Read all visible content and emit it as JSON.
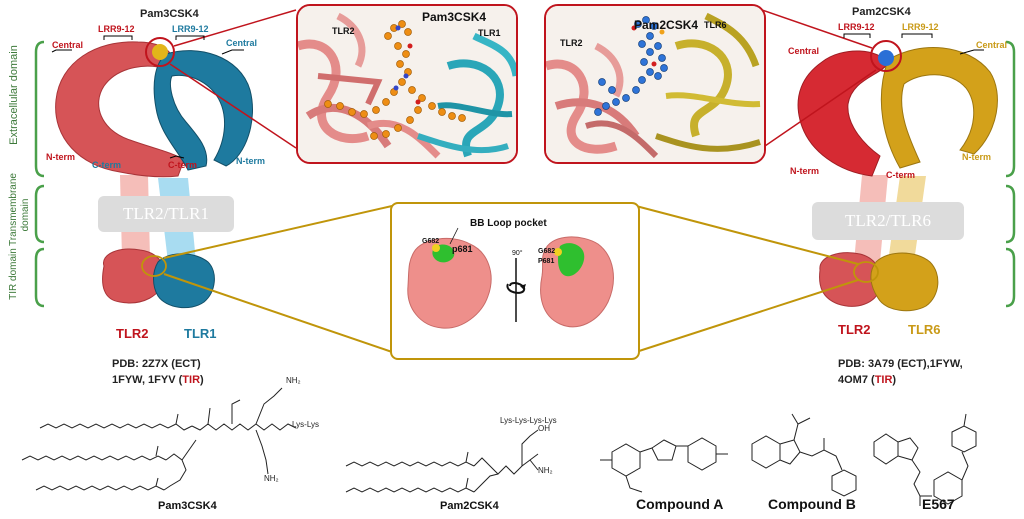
{
  "domains": {
    "extracellular": "Extracellular domain",
    "transmembrane": "Transmembrane domain",
    "tir": "TIR domain"
  },
  "left_complex": {
    "lrr_tlr2": "LRR9-12",
    "lrr_tlr1": "LRR9-12",
    "ligand": "Pam3CSK4",
    "central_tlr2": "Central",
    "central_tlr1": "Central",
    "nterm_tlr2": "N-term",
    "cterm_tlr1": "C-term",
    "cterm_tlr2": "C-term",
    "nterm_tlr1": "N-term",
    "tm_label": "TLR2/TLR1",
    "tlr2": "TLR2",
    "tlr1": "TLR1",
    "pdb_line1": "PDB: 2Z7X (ECT)",
    "pdb_line2a": "1FYW, 1FYV (",
    "pdb_line2b": "TIR",
    "pdb_line2c": ")"
  },
  "right_complex": {
    "lrr_tlr2": "LRR9-12",
    "lrr_tlr6": "LRR9-12",
    "ligand": "Pam2CSK4",
    "central_tlr2": "Central",
    "central_tlr6": "Central",
    "nterm_tlr2": "N-term",
    "cterm_tlr2": "C-term",
    "nterm_tlr6": "N-term",
    "tm_label": "TLR2/TLR6",
    "tlr2": "TLR2",
    "tlr6": "TLR6",
    "pdb_line1": "PDB: 3A79 (ECT),1FYW,",
    "pdb_line2a": "4OM7 (",
    "pdb_line2b": "TIR",
    "pdb_line2c": ")"
  },
  "zoom_left": {
    "ligand": "Pam3CSK4",
    "protein_a": "TLR2",
    "protein_b": "TLR1"
  },
  "zoom_right": {
    "ligand": "Pam2CSK4",
    "protein_a": "TLR2",
    "protein_b": "TLR6"
  },
  "bb_loop": {
    "title": "BB Loop pocket",
    "left_g": "G682",
    "left_p": "p681",
    "rotation": "90°",
    "right_g": "G682",
    "right_p": "P681"
  },
  "chemicals": {
    "pam3_name": "Pam3CSK4",
    "pam3_tail": "Lys-Lys",
    "pam3_nh2_top": "NH₂",
    "pam3_nh2_bottom": "NH₂",
    "pam2_name": "Pam2CSK4",
    "pam2_tail": "Lys-Lys-Lys-Lys",
    "pam2_oh": "OH",
    "pam2_nh2": "NH₂",
    "compA": "Compound A",
    "compB": "Compound B",
    "e567": "E567"
  },
  "colors": {
    "tlr2": "#d9535a",
    "tlr1": "#1f7ea1",
    "tlr6": "#c99a17",
    "domain_green": "#3d7a3a",
    "frame_red": "#c0141d",
    "frame_gold": "#c0950a",
    "ligand_orange": "#e88a10",
    "ligand_blue": "#2a6fd6",
    "pocket_green": "#2fbf2f",
    "pocket_yellow": "#f0d020"
  }
}
